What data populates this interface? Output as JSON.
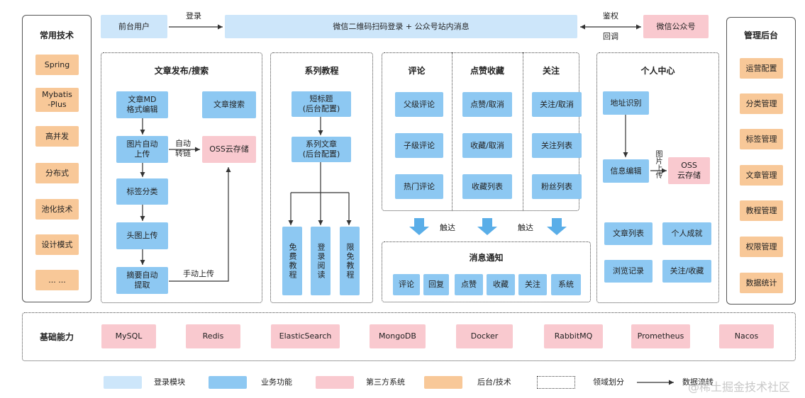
{
  "header": {
    "front_user": "前台用户",
    "login_label": "登录",
    "main_bar": "微信二维码扫码登录 + 公众号站内消息",
    "auth_label": "鉴权",
    "callback_label": "回调",
    "wechat_mp": "微信公众号"
  },
  "left_panel": {
    "title": "常用技术",
    "items": [
      "Spring",
      "Mybatis\n-Plus",
      "高并发",
      "分布式",
      "池化技术",
      "设计模式",
      "... ..."
    ]
  },
  "right_panel": {
    "title": "管理后台",
    "items": [
      "运营配置",
      "分类管理",
      "标签管理",
      "文章管理",
      "教程管理",
      "权限管理",
      "数据统计"
    ]
  },
  "article": {
    "title": "文章发布/搜索",
    "md_edit": "文章MD\n格式编辑",
    "search": "文章搜索",
    "img_upload": "图片自动\n上传",
    "auto_link": "自动\n转链",
    "oss": "OSS云存储",
    "tag_category": "标签分类",
    "cover_upload": "头图上传",
    "summary": "摘要自动\n提取",
    "manual_upload": "手动上传"
  },
  "series": {
    "title": "系列教程",
    "short_title": "短标题\n(后台配置)",
    "series_article": "系列文章\n(后台配置)",
    "free": "免费教程",
    "login_read": "登录阅读",
    "limited_free": "限免教程"
  },
  "comment": {
    "title": "评论",
    "items": [
      "父级评论",
      "子级评论",
      "热门评论"
    ]
  },
  "like": {
    "title": "点赞收藏",
    "items": [
      "点赞/取消",
      "收藏/取消",
      "收藏列表"
    ]
  },
  "follow": {
    "title": "关注",
    "items": [
      "关注/取消",
      "关注列表",
      "粉丝列表"
    ]
  },
  "trigger": {
    "label1": "触达",
    "label2": "触达"
  },
  "notify": {
    "title": "消息通知",
    "items": [
      "评论",
      "回复",
      "点赞",
      "收藏",
      "关注",
      "系统"
    ]
  },
  "personal": {
    "title": "个人中心",
    "address": "地址识别",
    "info_edit": "信息编辑",
    "img_upload": "图片上传",
    "oss": "OSS\n云存储",
    "article_list": "文章列表",
    "achievement": "个人成就",
    "history": "浏览记录",
    "follow_collect": "关注/收藏"
  },
  "base": {
    "title": "基础能力",
    "items": [
      "MySQL",
      "Redis",
      "ElasticSearch",
      "MongoDB",
      "Docker",
      "RabbitMQ",
      "Prometheus",
      "Nacos"
    ]
  },
  "legend": {
    "login_module": "登录模块",
    "business": "业务功能",
    "third_party": "第三方系统",
    "backend": "后台/技术",
    "domain": "领域划分",
    "data_flow": "数据流转"
  },
  "watermark": "@稀土掘金技术社区",
  "colors": {
    "light_blue": "#cde6fa",
    "blue": "#8dc8f2",
    "pink": "#f9c9cf",
    "orange": "#f8c898"
  }
}
